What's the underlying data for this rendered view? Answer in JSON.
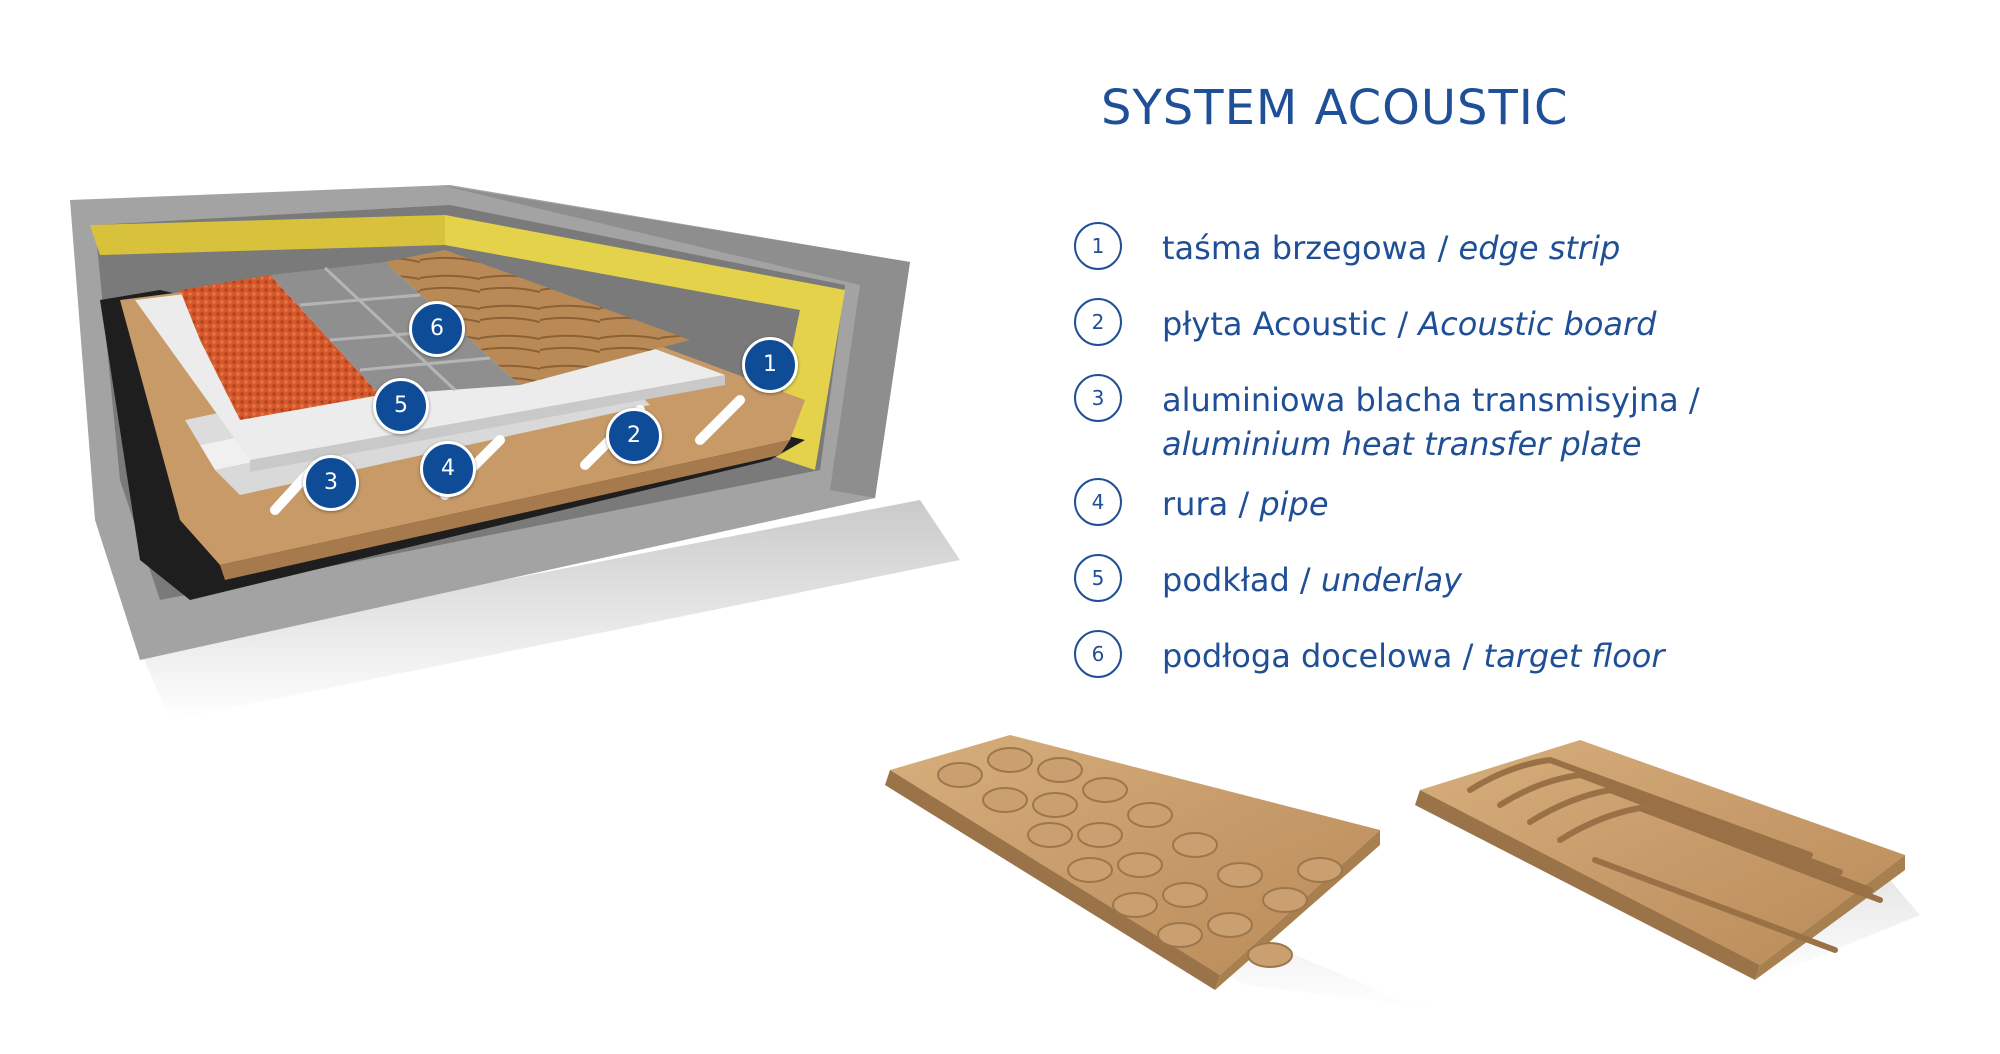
{
  "title": "SYSTEM ACOUSTIC",
  "colors": {
    "brand_blue": "#1f4f96",
    "badge_blue": "#0f4c97",
    "concrete": "#9a9a9a",
    "edge_strip": "#e4d24a",
    "board": "#c79a68",
    "underlay": "#ececec",
    "carpet": "#d4582b",
    "tile": "#8f8f8f",
    "wood": "#b98a56",
    "membrane": "#1e1e1e"
  },
  "diagram_badges": [
    {
      "num": "1"
    },
    {
      "num": "2"
    },
    {
      "num": "3"
    },
    {
      "num": "4"
    },
    {
      "num": "5"
    },
    {
      "num": "6"
    }
  ],
  "legend": [
    {
      "num": "1",
      "pl": "taśma brzegowa / ",
      "en": "edge strip"
    },
    {
      "num": "2",
      "pl": "płyta Acoustic / ",
      "en": "Acoustic board"
    },
    {
      "num": "3",
      "pl": "aluminiowa blacha transmisyjna / ",
      "en": "aluminium heat transfer plate"
    },
    {
      "num": "4",
      "pl": "rura / ",
      "en": "pipe"
    },
    {
      "num": "5",
      "pl": "podkład / ",
      "en": "underlay"
    },
    {
      "num": "6",
      "pl": "podłoga docelowa / ",
      "en": "target floor"
    }
  ]
}
